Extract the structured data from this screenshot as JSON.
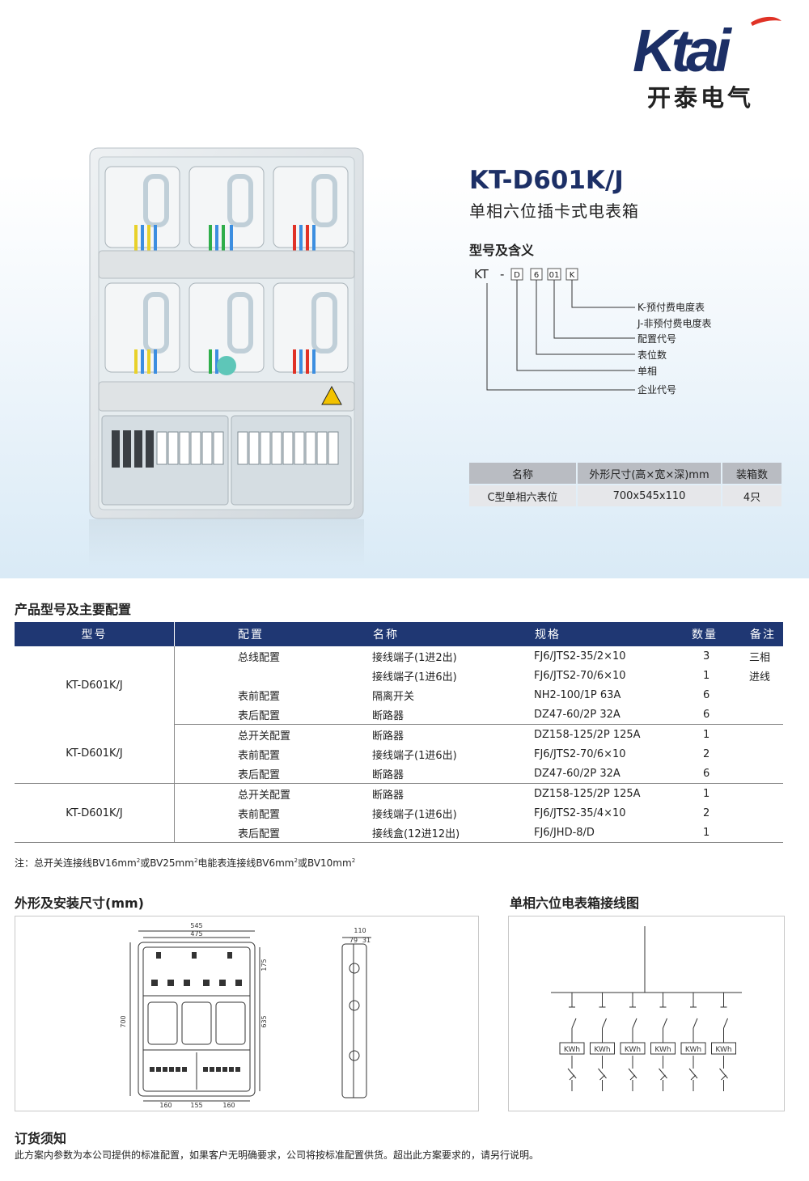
{
  "brand": {
    "logo_text": "Ktai",
    "name_cn": "开泰电气",
    "colors": {
      "navy": "#1c2f66",
      "red": "#e03226"
    }
  },
  "product": {
    "model": "KT-D601K/J",
    "subtitle": "单相六位插卡式电表箱",
    "photo_icon": "meter-box-photo",
    "meaning": {
      "title": "型号及含义",
      "code_prefix": "KT",
      "dash": "-",
      "code_boxes": [
        "D",
        "6",
        "01",
        "K"
      ],
      "items": [
        "K-预付费电度表",
        "J-非预付费电度表",
        "配置代号",
        "表位数",
        "单相",
        "企业代号"
      ]
    },
    "spec_table": {
      "headers": [
        "名称",
        "外形尺寸(高×宽×深)mm",
        "装箱数"
      ],
      "row": [
        "C型单相六表位",
        "700x545x110",
        "4只"
      ]
    }
  },
  "config_section": {
    "title": "产品型号及主要配置",
    "headers": [
      "型号",
      "配置",
      "名称",
      "规格",
      "数量",
      "备注"
    ],
    "groups": [
      {
        "model": "KT-D601K/J",
        "rows": [
          [
            "总线配置",
            "接线端子(1进2出)",
            "FJ6/JTS2-35/2×10",
            "3",
            "三相"
          ],
          [
            "",
            "接线端子(1进6出)",
            "FJ6/JTS2-70/6×10",
            "1",
            "进线"
          ],
          [
            "表前配置",
            "隔离开关",
            "NH2-100/1P 63A",
            "6",
            ""
          ],
          [
            "表后配置",
            "断路器",
            "DZ47-60/2P 32A",
            "6",
            ""
          ]
        ]
      },
      {
        "model": "KT-D601K/J",
        "rows": [
          [
            "总开关配置",
            "断路器",
            "DZ158-125/2P 125A",
            "1",
            ""
          ],
          [
            "表前配置",
            "接线端子(1进6出)",
            "FJ6/JTS2-70/6×10",
            "2",
            ""
          ],
          [
            "表后配置",
            "断路器",
            "DZ47-60/2P 32A",
            "6",
            ""
          ]
        ]
      },
      {
        "model": "KT-D601K/J",
        "rows": [
          [
            "总开关配置",
            "断路器",
            "DZ158-125/2P 125A",
            "1",
            ""
          ],
          [
            "表前配置",
            "接线端子(1进6出)",
            "FJ6/JTS2-35/4×10",
            "2",
            ""
          ],
          [
            "表后配置",
            "接线盒(12进12出)",
            "FJ6/JHD-8/D",
            "1",
            ""
          ]
        ]
      }
    ],
    "note": {
      "p1": "注：总开关连接线BV16mm",
      "p2": "或BV25mm",
      "p3": "电能表连接线BV6mm",
      "p4": "或BV10mm",
      "sup": "2"
    }
  },
  "dimensions_section": {
    "title": "外形及安装尺寸(mm)",
    "labels": {
      "w_outer": "545",
      "w_inner": "475",
      "h_outer": "700",
      "h_inner": "635",
      "h_top": "175",
      "b_left": "160",
      "b_mid": "155",
      "b_right": "160",
      "d_total": "110",
      "d_a": "79",
      "d_b": "31"
    }
  },
  "wiring_section": {
    "title": "单相六位电表箱接线图",
    "meter_label": "KWh",
    "meter_count": 6
  },
  "order_section": {
    "title": "订货须知",
    "text": "此方案内参数为本公司提供的标准配置，如果客户无明确要求，公司将按标准配置供货。超出此方案要求的，请另行说明。"
  }
}
